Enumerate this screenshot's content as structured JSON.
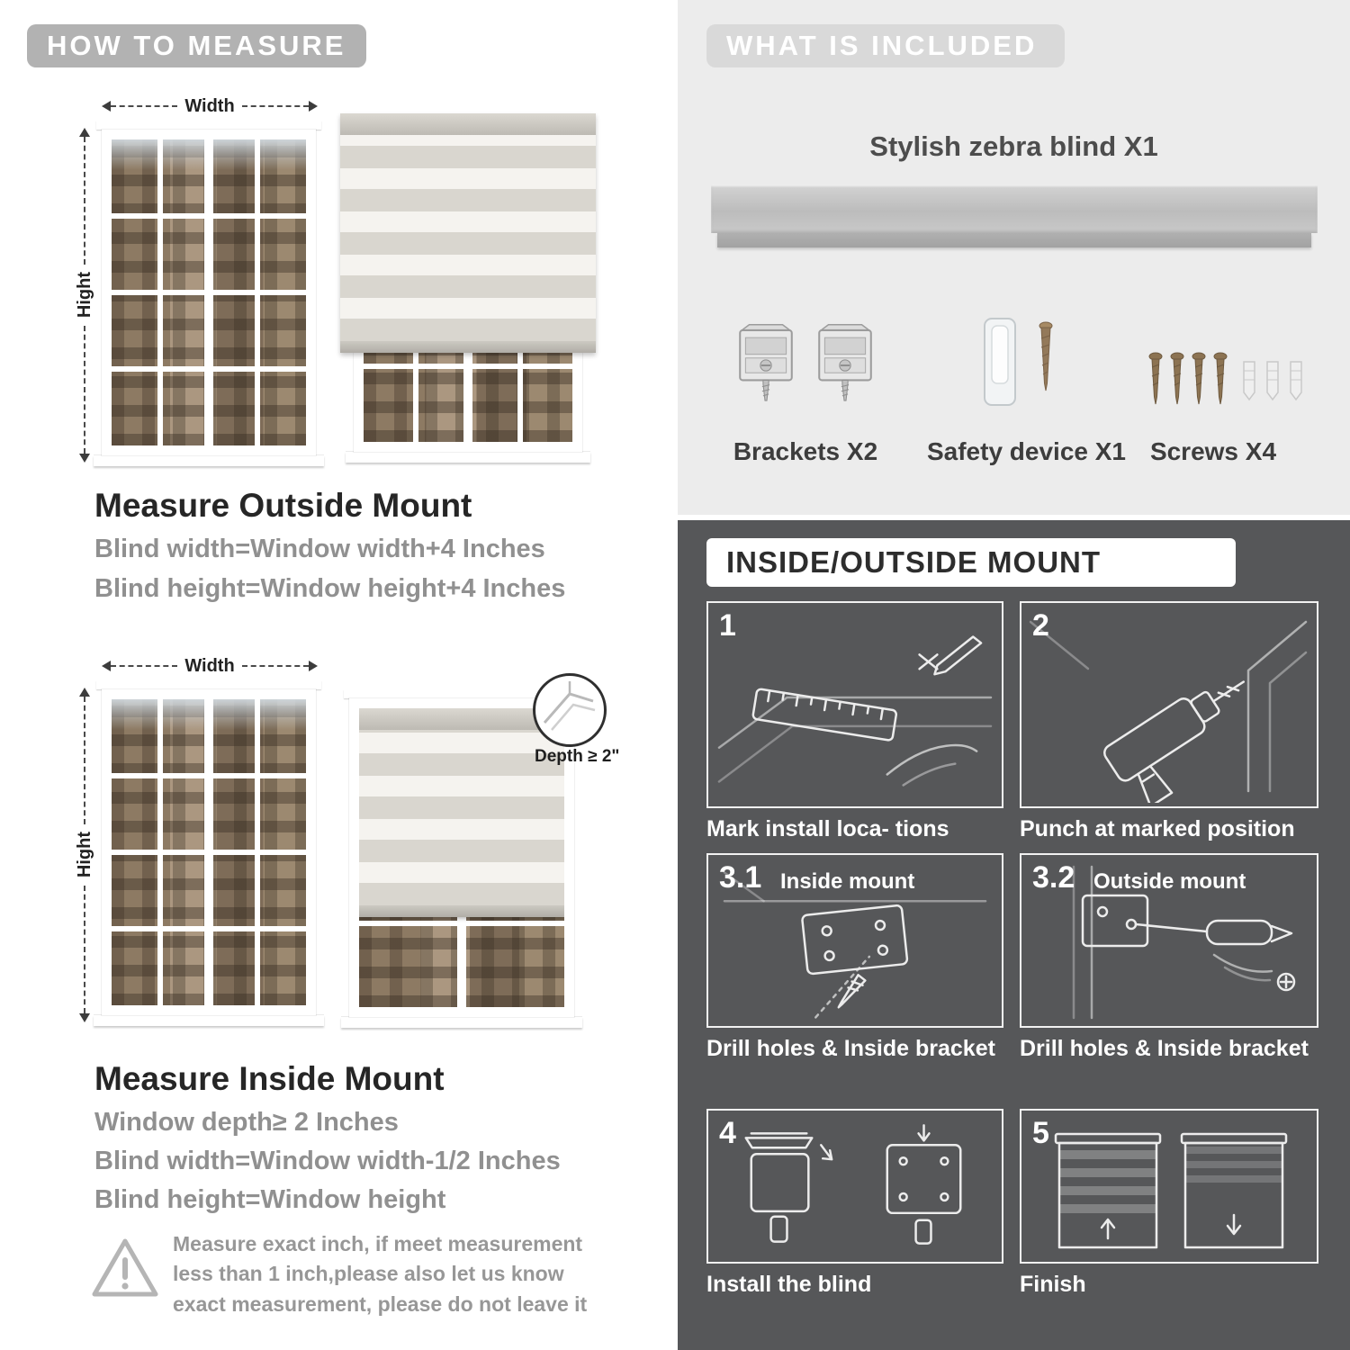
{
  "left": {
    "header": "HOW TO MEASURE",
    "outside_mount": {
      "width_label": "Width",
      "height_label": "Hight",
      "title": "Measure Outside Mount",
      "lines": [
        "Blind width=Window width+4 Inches",
        "Blind height=Window height+4 Inches"
      ]
    },
    "inside_mount": {
      "width_label": "Width",
      "height_label": "Hight",
      "depth_label": "Depth ≥ 2\"",
      "title": "Measure Inside Mount",
      "lines": [
        "Window depth≥ 2 Inches",
        "Blind width=Window width-1/2 Inches",
        "Blind height=Window height"
      ]
    },
    "warning_text": "Measure exact inch, if meet measurement less than 1 inch,please also let us know exact measurement, please do not leave it"
  },
  "included": {
    "header": "WHAT IS INCLUDED",
    "blind_label": "Stylish zebra blind X1",
    "items": [
      {
        "label": "Brackets X2",
        "icon": "bracket-icon"
      },
      {
        "label": "Safety device X1",
        "icon": "safety-device-icon"
      },
      {
        "label": "Screws X4",
        "icon": "screws-icon"
      }
    ]
  },
  "mount_steps": {
    "header": "INSIDE/OUTSIDE MOUNT",
    "steps": [
      {
        "num": "1",
        "caption": "Mark install loca- tions"
      },
      {
        "num": "2",
        "caption": "Punch at  marked position"
      },
      {
        "num": "3.1",
        "title": "Inside mount",
        "caption": "Drill holes &  Inside bracket"
      },
      {
        "num": "3.2",
        "title": "Outside mount",
        "caption": "Drill holes &  Inside bracket"
      },
      {
        "num": "4",
        "caption": "Install the blind"
      },
      {
        "num": "5",
        "caption": "Finish"
      }
    ]
  },
  "colors": {
    "badge_gray": "#b2b2b2",
    "badge_light": "#d9d9d9",
    "panel_light": "#ececec",
    "panel_dark": "#565759",
    "text_dark": "#262626",
    "text_gray": "#909090"
  }
}
